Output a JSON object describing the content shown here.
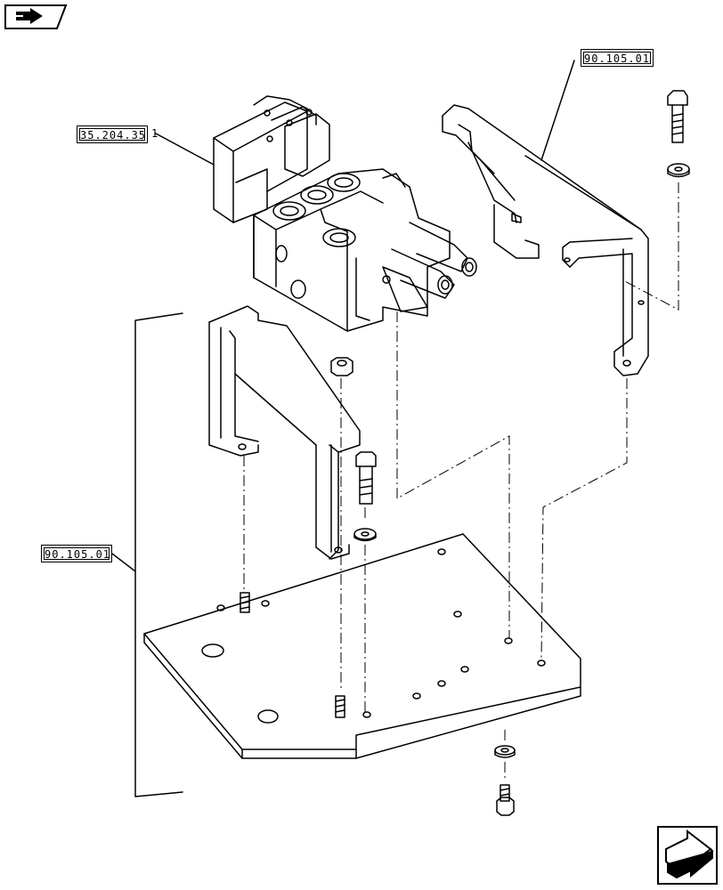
{
  "callouts": {
    "ref_valve": "35.204.35",
    "ref_valve_item": "1",
    "ref_bracket_top": "90.105.01",
    "ref_bracket_left": "90.105.01"
  },
  "nav": {
    "top_icon": "section-nav-icon",
    "bottom_icon": "next-page-arrow-icon"
  }
}
